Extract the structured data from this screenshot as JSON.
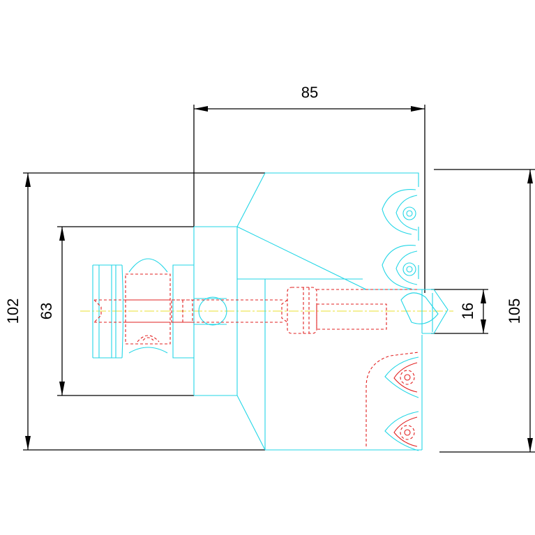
{
  "dimensions": {
    "width_top": "85",
    "height_left_outer": "102",
    "height_left_inner": "63",
    "tool_width": "16",
    "height_right": "105"
  },
  "colors": {
    "background": "#ffffff",
    "dimension_lines": "#000000",
    "body_outline": "#22d6e6",
    "hidden_lines": "#e22020",
    "center_line": "#e8e030"
  }
}
